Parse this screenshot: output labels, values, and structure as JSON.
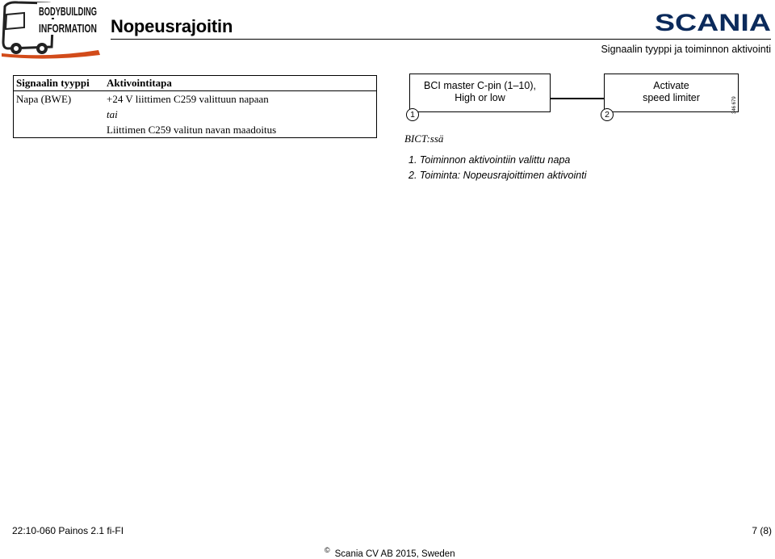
{
  "header": {
    "logo_text_line1": "BODYBUILDING",
    "logo_text_line2": "INFORMATION",
    "title": "Nopeusrajoitin",
    "brand": "SCANIA",
    "subtitle": "Signaalin tyyppi ja toiminnon aktivointi"
  },
  "table": {
    "headers": [
      "Signaalin tyyppi",
      "Aktivointitapa"
    ],
    "rows": [
      {
        "type": "Napa (BWE)",
        "method_lines": [
          "+24 V liittimen C259 valittuun napaan",
          "tai",
          "Liittimen C259 valitun navan maadoitus"
        ]
      }
    ]
  },
  "diagram": {
    "box1_lines": [
      "BCI master C-pin (1–10),",
      "High or low"
    ],
    "box2_lines": [
      "Activate",
      "speed limiter"
    ],
    "marker1": "1",
    "marker2": "2",
    "bict_label": "BICT:ssä",
    "image_code": "346 679"
  },
  "notes": [
    "1. Toiminnon aktivointiin valittu napa",
    "2. Toiminta: Nopeusrajoittimen aktivointi"
  ],
  "footer": {
    "left": "22:10-060 Painos 2.1  fi-FI",
    "right": "7 (8)",
    "copyright_symbol": "©",
    "center": "Scania CV AB 2015, Sweden"
  }
}
